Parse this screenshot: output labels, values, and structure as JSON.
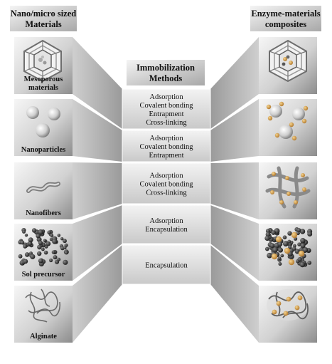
{
  "headers": {
    "left": [
      "Nano/micro sized",
      "Materials"
    ],
    "right": [
      "Enzyme-materials",
      "composites"
    ],
    "center": [
      "Immobilization",
      "Methods"
    ]
  },
  "rows": [
    {
      "material": [
        "Mesoporous",
        "materials"
      ],
      "methods": [
        "Adsorption",
        "Covalent bonding",
        "Entrapment",
        "Cross-linking"
      ],
      "material_icon": "hexagon-mesoporous-icon",
      "composite_icon": "hexagon-enzyme-composite-icon"
    },
    {
      "material": [
        "Nanoparticles"
      ],
      "methods": [
        "Adsorption",
        "Covalent bonding",
        "Entrapment"
      ],
      "material_icon": "spheres-icon",
      "composite_icon": "spheres-enzyme-composite-icon"
    },
    {
      "material": [
        "Nanofibers"
      ],
      "methods": [
        "Adsorption",
        "Covalent bonding",
        "Cross-linking"
      ],
      "material_icon": "fiber-icon",
      "composite_icon": "fiber-enzyme-network-icon"
    },
    {
      "material": [
        "Sol precursor"
      ],
      "methods": [
        "Adsorption",
        "Encapsulation"
      ],
      "material_icon": "sol-particles-icon",
      "composite_icon": "sol-gel-enzyme-icon"
    },
    {
      "material": [
        "Alginate"
      ],
      "methods": [
        "Encapsulation"
      ],
      "material_icon": "alginate-strands-icon",
      "composite_icon": "alginate-enzyme-capsule-icon"
    }
  ],
  "colors": {
    "panel_light": "#f4f4f4",
    "panel_dark": "#9a9a9a",
    "enzyme": "#d9a34a"
  }
}
